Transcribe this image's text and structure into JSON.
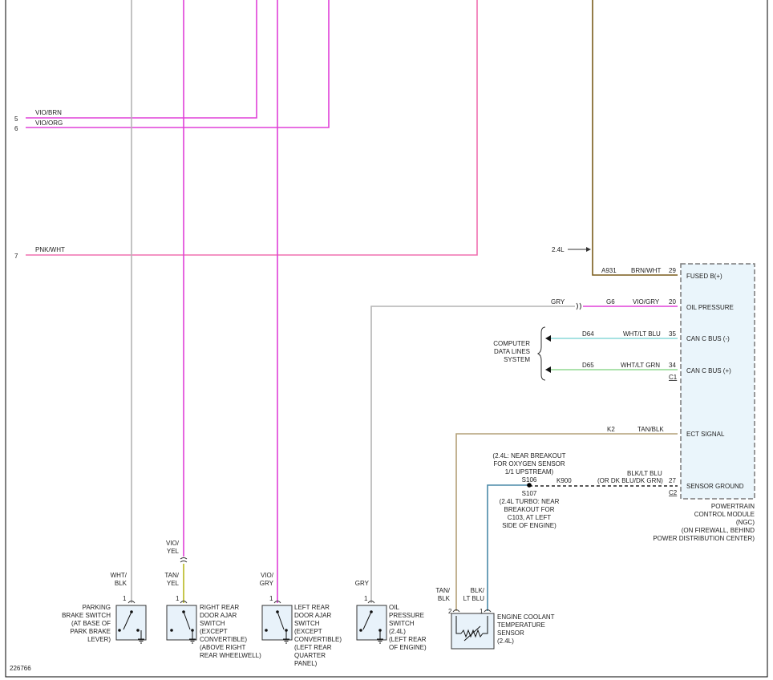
{
  "colors": {
    "vio_brn": "#e040d8",
    "vio_org": "#e040d8",
    "pnk_wht": "#f070b0",
    "gry": "#b4b4b4",
    "brn_wht": "#7a5c1c",
    "vio_gry": "#e040d8",
    "wht_lt_blu": "#8ad8d8",
    "wht_lt_grn": "#90d890",
    "tan_blk": "#b4a078",
    "tan_yel": "#b8b820",
    "blk_lt_blu": "#4a8aa8",
    "module_fill": "#eaf5fb",
    "module_border": "#7a7a7a",
    "switch_fill": "#e8f2fa"
  },
  "left_connectors": [
    {
      "pin": "5",
      "wire": "VIO/BRN"
    },
    {
      "pin": "6",
      "wire": "VIO/ORG"
    },
    {
      "pin": "7",
      "wire": "PNK/WHT"
    }
  ],
  "engine_note": "2.4L",
  "pcm": {
    "pins": [
      {
        "circuit": "A931",
        "wire": "BRN/WHT",
        "pin": "29",
        "label": "FUSED B(+)"
      },
      {
        "circuit": "G6",
        "wire": "VIO/GRY",
        "pin": "20",
        "label": "OIL PRESSURE",
        "pre_wire": "GRY"
      },
      {
        "circuit": "D64",
        "wire": "WHT/LT BLU",
        "pin": "35",
        "label": "CAN C BUS (-)"
      },
      {
        "circuit": "D65",
        "wire": "WHT/LT GRN",
        "pin": "34",
        "label": "CAN C BUS (+)"
      },
      {
        "circuit": "K2",
        "wire": "TAN/BLK",
        "pin": "",
        "label": "ECT SIGNAL"
      },
      {
        "circuit": "K900",
        "wire": "BLK/LT BLU",
        "wire_alt": "(OR DK BLU/DK GRN)",
        "pin": "27",
        "label": "SENSOR GROUND"
      }
    ],
    "connector_c1": "C1",
    "connector_c2": "C2",
    "name_lines": [
      "POWERTRAIN",
      "CONTROL MODULE",
      "(NGC)",
      "(ON FIREWALL, BEHIND",
      "POWER DISTRIBUTION CENTER)"
    ]
  },
  "computer_data": [
    "COMPUTER",
    "DATA LINES",
    "SYSTEM"
  ],
  "splice_upper": [
    "(2.4L: NEAR BREAKOUT",
    "FOR OXYGEN SENSOR",
    "1/1 UPSTREAM)",
    "S106"
  ],
  "splice_lower": [
    "S107",
    "(2.4L TURBO: NEAR",
    "BREAKOUT FOR",
    "C103, AT LEFT",
    "SIDE OF ENGINE)"
  ],
  "switches": [
    {
      "wire": [
        "WHT/",
        "BLK"
      ],
      "pin": "1",
      "name": [
        "PARKING",
        "BRAKE SWITCH",
        "(AT BASE OF",
        "PARK BRAKE",
        "LEVER)"
      ]
    },
    {
      "wire_upper": [
        "VIO/",
        "YEL"
      ],
      "wire": [
        "TAN/",
        "YEL"
      ],
      "pin": "1",
      "name": [
        "RIGHT REAR",
        "DOOR AJAR",
        "SWITCH",
        "(EXCEPT",
        "CONVERTIBLE)",
        "(ABOVE RIGHT",
        "REAR WHEELWELL)"
      ]
    },
    {
      "wire": [
        "VIO/",
        "GRY"
      ],
      "pin": "1",
      "name": [
        "LEFT REAR",
        "DOOR AJAR",
        "SWITCH",
        "(EXCEPT",
        "CONVERTIBLE)",
        "(LEFT REAR",
        "QUARTER",
        "PANEL)"
      ]
    },
    {
      "wire": [
        "GRY"
      ],
      "pin": "1",
      "name": [
        "OIL",
        "PRESSURE",
        "SWITCH",
        "(2.4L)",
        "(LEFT REAR",
        "OF ENGINE)"
      ]
    }
  ],
  "ect_sensor": {
    "pin_left": "2",
    "pin_right": "1",
    "wire_left": [
      "TAN/",
      "BLK"
    ],
    "wire_right": [
      "BLK/",
      "LT BLU"
    ],
    "name": [
      "ENGINE COOLANT",
      "TEMPERATURE",
      "SENSOR",
      "(2.4L)"
    ]
  },
  "diagram_id": "226766"
}
